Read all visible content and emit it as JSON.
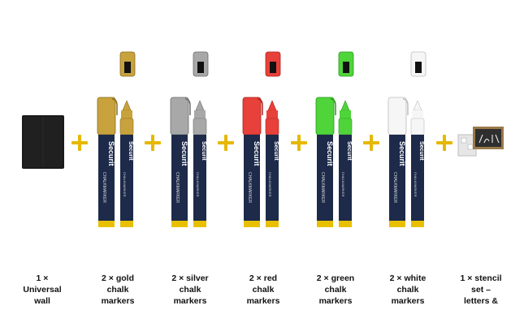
{
  "brand": "Securit",
  "product_line": "CHALKMARKER",
  "colors": {
    "plus": "#e6b800",
    "barrel": "#1d2a4a",
    "tip_base": "#e8c000",
    "board": "#1a1a1a",
    "frame": "#9a7a4a"
  },
  "items": [
    {
      "caption": [
        "1 ×",
        "Universal",
        "wall"
      ]
    },
    {
      "caption": [
        "2 × gold",
        "chalk",
        "markers"
      ],
      "color": "#c8a23c",
      "dark": "#8a6d20"
    },
    {
      "caption": [
        "2 × silver",
        "chalk",
        "markers"
      ],
      "color": "#a8a8a8",
      "dark": "#6e6e6e"
    },
    {
      "caption": [
        "2 × red",
        "chalk",
        "markers"
      ],
      "color": "#e8403a",
      "dark": "#a82620"
    },
    {
      "caption": [
        "2 × green",
        "chalk",
        "markers"
      ],
      "color": "#4fd43a",
      "dark": "#2a9a1e"
    },
    {
      "caption": [
        "2 × white",
        "chalk",
        "markers"
      ],
      "color": "#f6f6f6",
      "dark": "#bdbdbd"
    },
    {
      "caption": [
        "1 × stencil",
        "set –",
        "letters &"
      ]
    }
  ]
}
